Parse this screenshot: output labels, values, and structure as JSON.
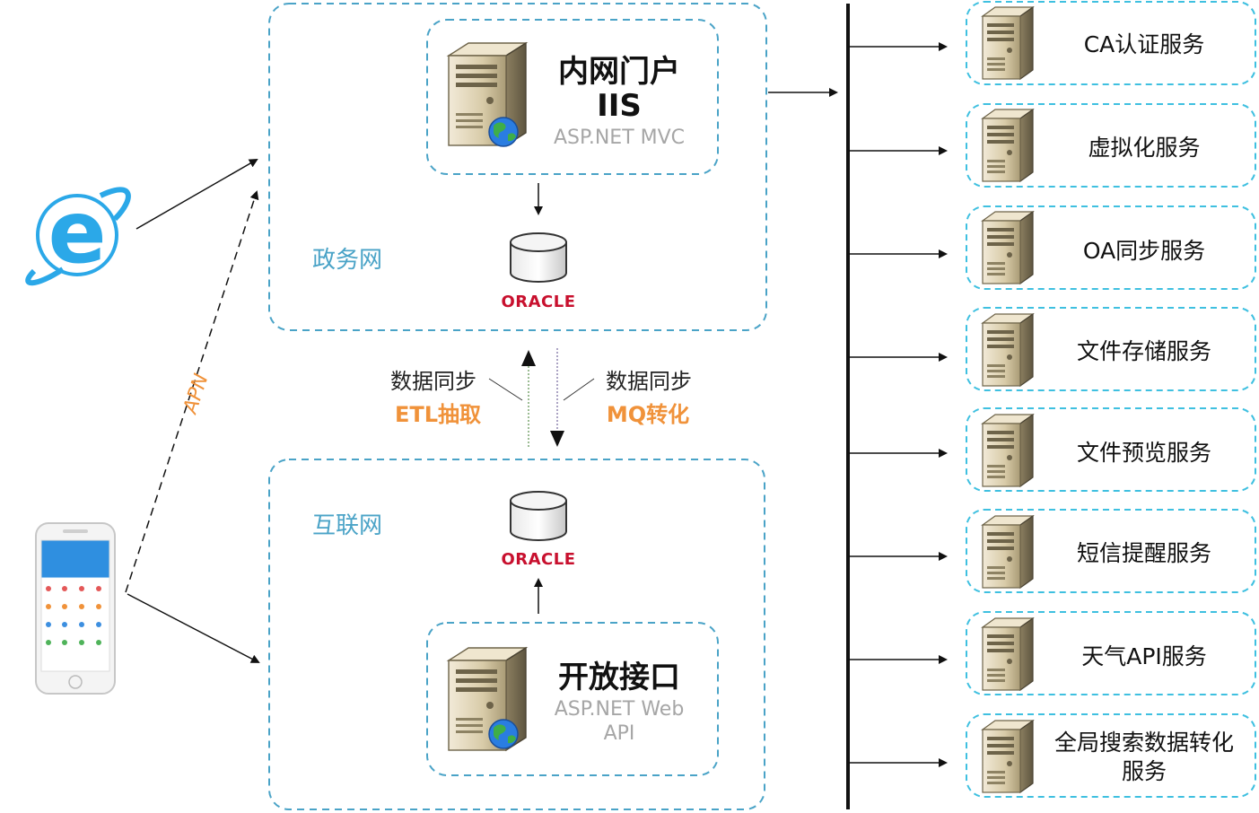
{
  "zones": {
    "gov": {
      "label": "政务网"
    },
    "internet": {
      "label": "互联网"
    }
  },
  "intranet_portal": {
    "title": "内网门户",
    "subtitle": "IIS",
    "tech": "ASP.NET MVC"
  },
  "open_api": {
    "title": "开放接口",
    "tech_line1": "ASP.NET Web",
    "tech_line2": "API"
  },
  "databases": {
    "gov_db": {
      "brand": "ORACLE"
    },
    "internet_db": {
      "brand": "ORACLE"
    }
  },
  "sync": {
    "left": {
      "label": "数据同步",
      "method": "ETL抽取"
    },
    "right": {
      "label": "数据同步",
      "method": "MQ转化"
    }
  },
  "apn": {
    "label": "APN"
  },
  "services": [
    {
      "label": "CA认证服务"
    },
    {
      "label": "虚拟化服务"
    },
    {
      "label": "OA同步服务"
    },
    {
      "label": "文件存储服务"
    },
    {
      "label": "文件预览服务"
    },
    {
      "label": "短信提醒服务"
    },
    {
      "label": "天气API服务"
    },
    {
      "label_line1": "全局搜索数据转化",
      "label_line2": "服务"
    }
  ],
  "colors": {
    "dashed_border": "#4aa3c7",
    "service_border": "#3fc0e0",
    "orange": "#f0923a",
    "oracle_red": "#c8102e"
  }
}
